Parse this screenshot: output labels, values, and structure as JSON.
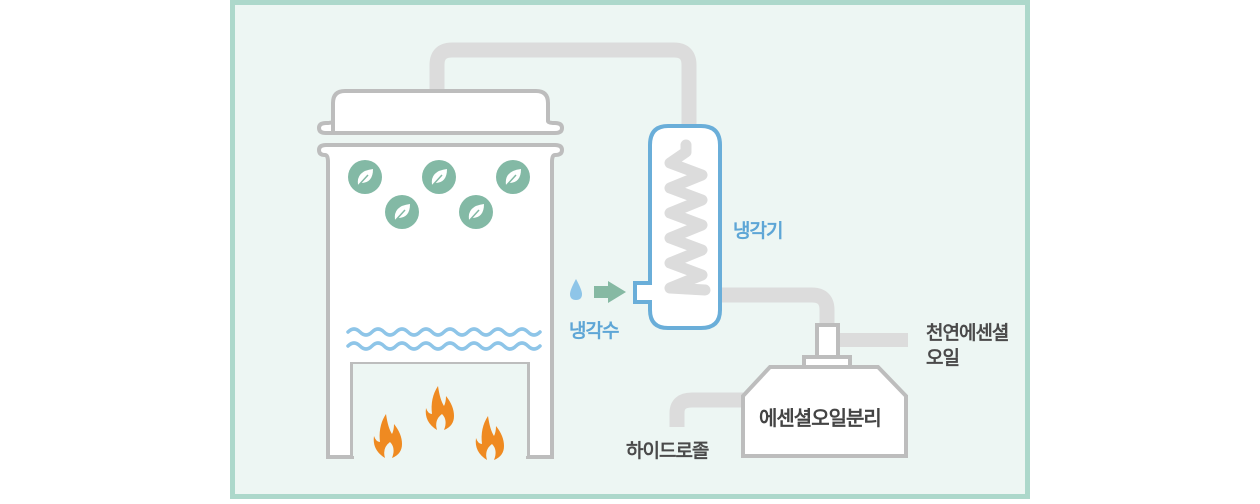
{
  "diagram": {
    "title": "Essential oil steam distillation process",
    "labels": {
      "condenser": "냉각기",
      "cooling_water": "냉각수",
      "separator": "에센셜오일분리",
      "essential_oil_line1": "천연에센셜",
      "essential_oil_line2": "오일",
      "hydrosol": "하이드로졸"
    },
    "colors": {
      "frame_border": "#add8cb",
      "frame_fill": "#edf6f3",
      "pipe": "#dcdcdc",
      "vessel_outline": "#bdbdbd",
      "leaf_circle": "#83b9a5",
      "water": "#8ec5e8",
      "flame": "#ef8a21",
      "condenser_outline": "#6aaed9",
      "arrow": "#86b9a3",
      "droplet": "#8ec5e8"
    },
    "components": {
      "leaf_count": 5,
      "flame_count": 3,
      "wave_count": 2
    }
  }
}
